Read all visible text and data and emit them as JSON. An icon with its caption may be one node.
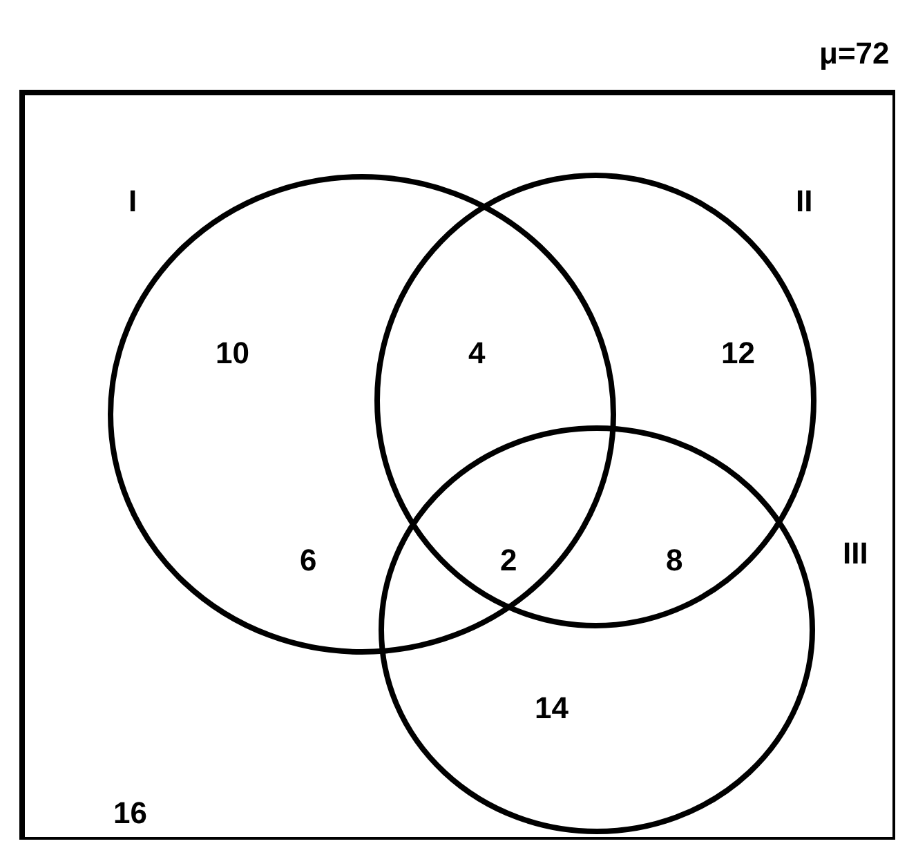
{
  "diagram": {
    "nodes": [
      {
        "text": [],
        "shape": "box"
      },
      {
        "text": [
          "I"
        ],
        "in": 0
      },
      {
        "text": [
          "II"
        ],
        "in": 0
      },
      {
        "text": [
          "III"
        ],
        "in": 0
      }
    ],
    "labels": [
      "μ=72",
      "10",
      "4",
      "12",
      "6",
      "2",
      "8",
      "14",
      "16"
    ]
  }
}
